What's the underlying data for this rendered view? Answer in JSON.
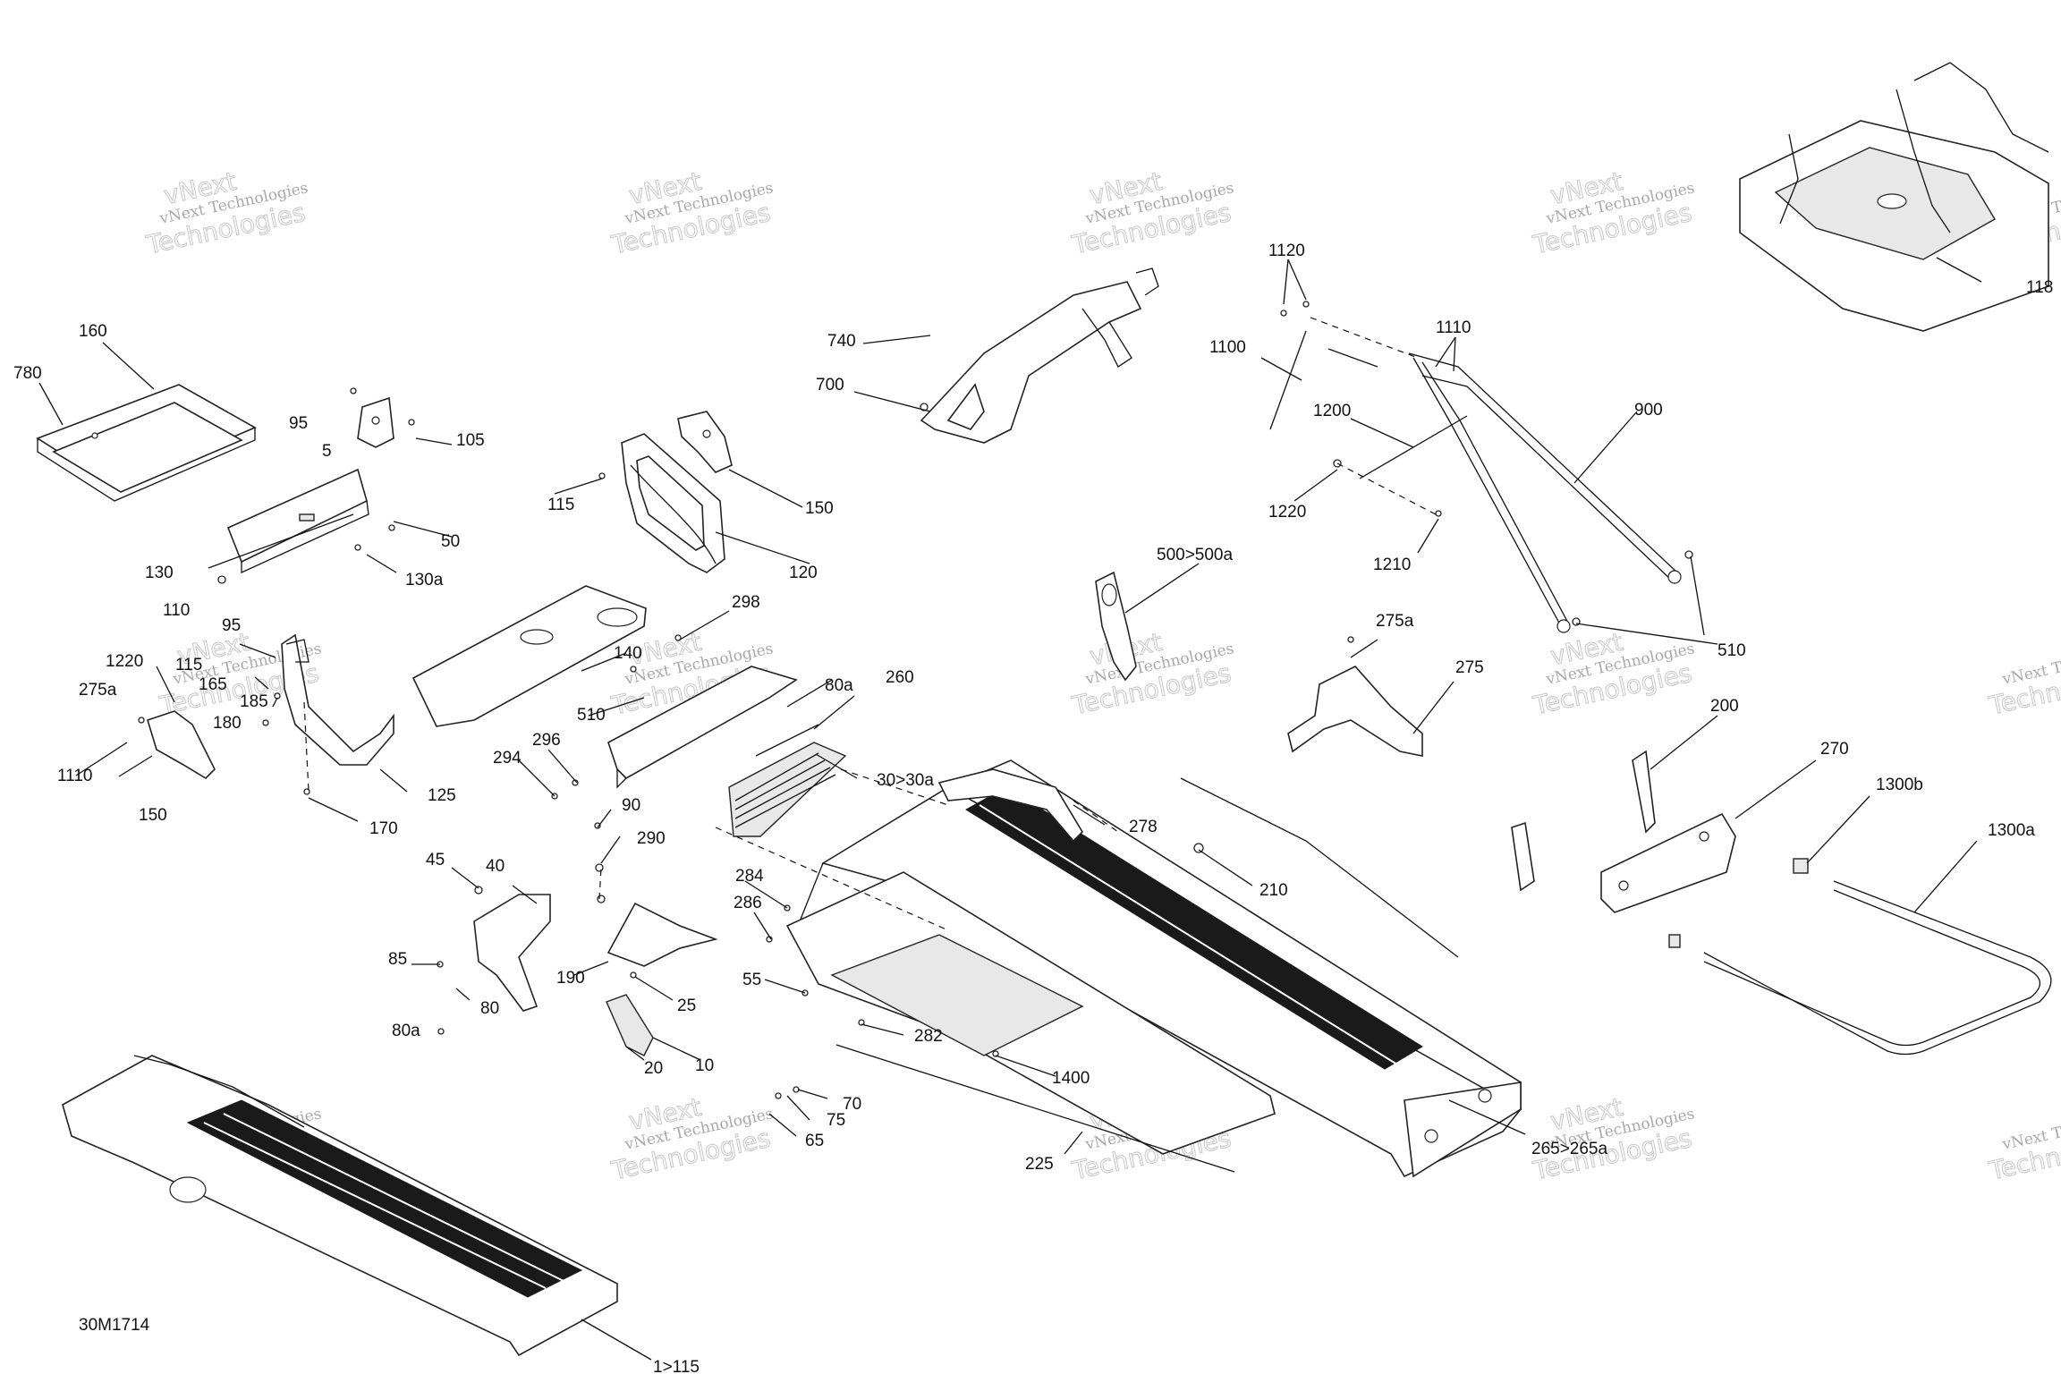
{
  "drawing_code": "30M1714",
  "watermark": {
    "line1": "vNext Technologies",
    "line2": "vNext",
    "line3": "Technologies"
  },
  "callouts": [
    "780",
    "160",
    "95",
    "5",
    "105",
    "130",
    "50",
    "130a",
    "110",
    "115",
    "150",
    "120",
    "740",
    "700",
    "1120",
    "1100",
    "1110",
    "1200",
    "900",
    "1220",
    "1210",
    "500>500a",
    "95",
    "1220",
    "115",
    "165",
    "275a",
    "185",
    "180",
    "1110",
    "150",
    "125",
    "170",
    "140",
    "298",
    "510",
    "80a",
    "260",
    "296",
    "294",
    "30>30a",
    "90",
    "290",
    "45",
    "40",
    "85",
    "80",
    "80a",
    "190",
    "25",
    "20",
    "10",
    "284",
    "286",
    "55",
    "278",
    "210",
    "282",
    "1400",
    "225",
    "70",
    "75",
    "65",
    "275a",
    "275",
    "510",
    "200",
    "270",
    "1300b",
    "1300a",
    "118",
    "265>265a",
    "1>115"
  ]
}
